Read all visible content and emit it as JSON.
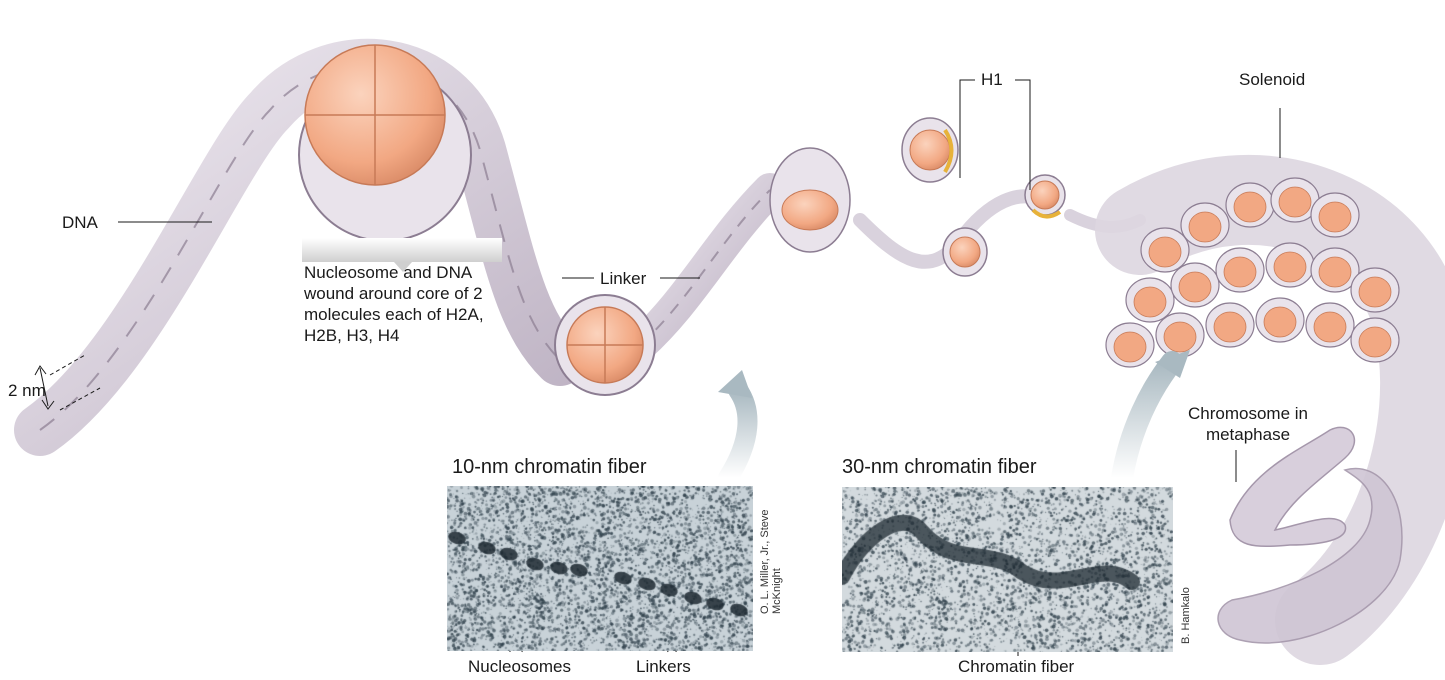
{
  "labels": {
    "dna": "DNA",
    "nucleosome_callout": "Nucleosome and DNA wound around core of 2 molecules each of H2A, H2B, H3, H4",
    "two_nm": "2 nm",
    "linker": "Linker",
    "h1": "H1",
    "solenoid": "Solenoid",
    "chromosome": "Chromosome in metaphase"
  },
  "panels": {
    "ten_nm": {
      "title": "10-nm chromatin fiber",
      "label_left": "Nucleosomes",
      "label_right": "Linkers",
      "credit": "O. L. Miller, Jr., Steve McKnight"
    },
    "thirty_nm": {
      "title": "30-nm chromatin fiber",
      "label": "Chromatin fiber",
      "credit": "B. Hamkalo"
    }
  },
  "colors": {
    "histone": "#f2a883",
    "histone_light": "#f9c9ae",
    "dna_ribbon": "#d9d2dd",
    "dna_stroke": "#8c7d92",
    "h1_accent": "#e7b23a",
    "arrow": "#b7c5cc",
    "micrograph_bg": "#c8d2d8",
    "micrograph_dot": "#2e3f4a"
  }
}
